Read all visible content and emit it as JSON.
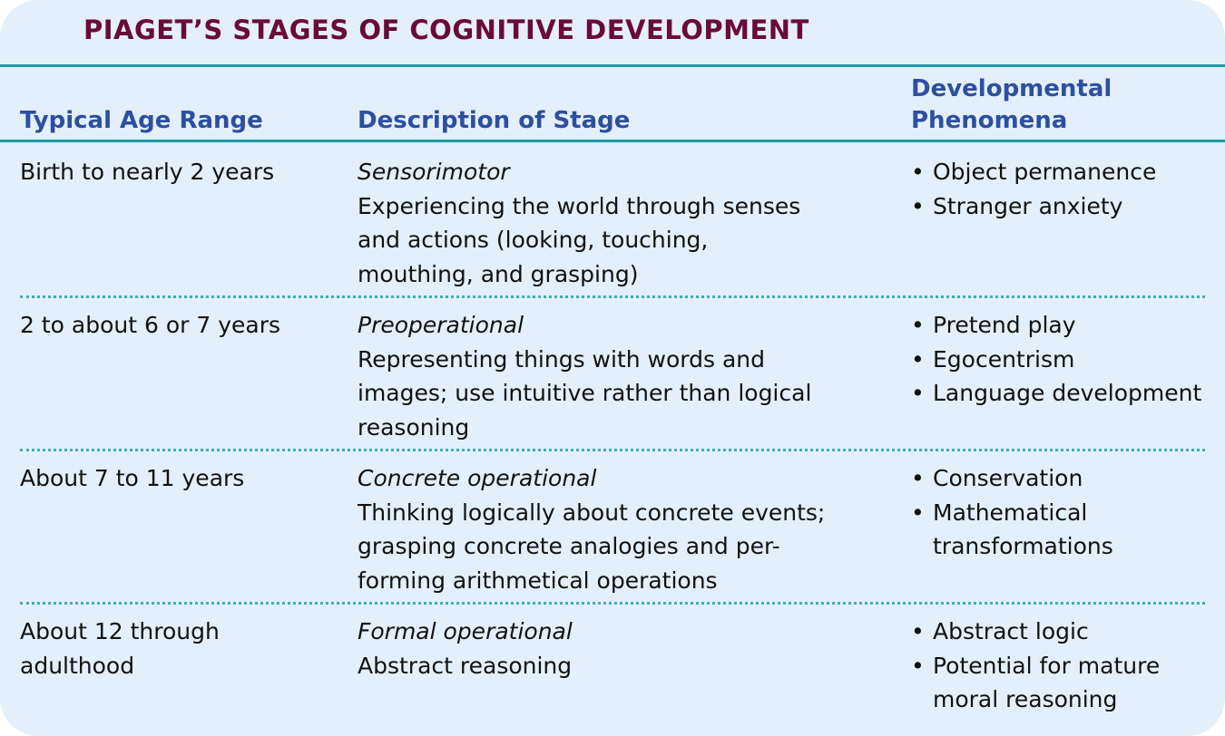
{
  "title": "PIAGET’S STAGES OF COGNITIVE DEVELOPMENT",
  "headers": {
    "age": "Typical Age Range",
    "description": "Description of Stage",
    "phenomena_line1": "Developmental",
    "phenomena_line2": "Phenomena"
  },
  "rows": [
    {
      "age": "Birth to nearly 2 years",
      "stage": "Sensorimotor",
      "description": "Experiencing the world through senses and actions (looking, touching, mouthing, and grasping)",
      "phenomena": [
        "Object permanence",
        "Stranger anxiety"
      ]
    },
    {
      "age": "2 to about 6 or 7 years",
      "stage": "Preoperational",
      "description": "Representing things with words and images; use intuitive rather than logical reasoning",
      "phenomena": [
        "Pretend play",
        "Egocentrism",
        "Language development"
      ]
    },
    {
      "age": "About 7 to 11 years",
      "stage": "Concrete operational",
      "description": "Thinking logically about concrete events; grasping concrete analogies and per-forming arithmetical operations",
      "phenomena": [
        "Conservation",
        "Mathematical transformations"
      ]
    },
    {
      "age": "About 12 through adulthood",
      "stage": "Formal operational",
      "description": "Abstract reasoning",
      "phenomena": [
        "Abstract logic",
        "Potential for mature moral reasoning"
      ]
    }
  ]
}
